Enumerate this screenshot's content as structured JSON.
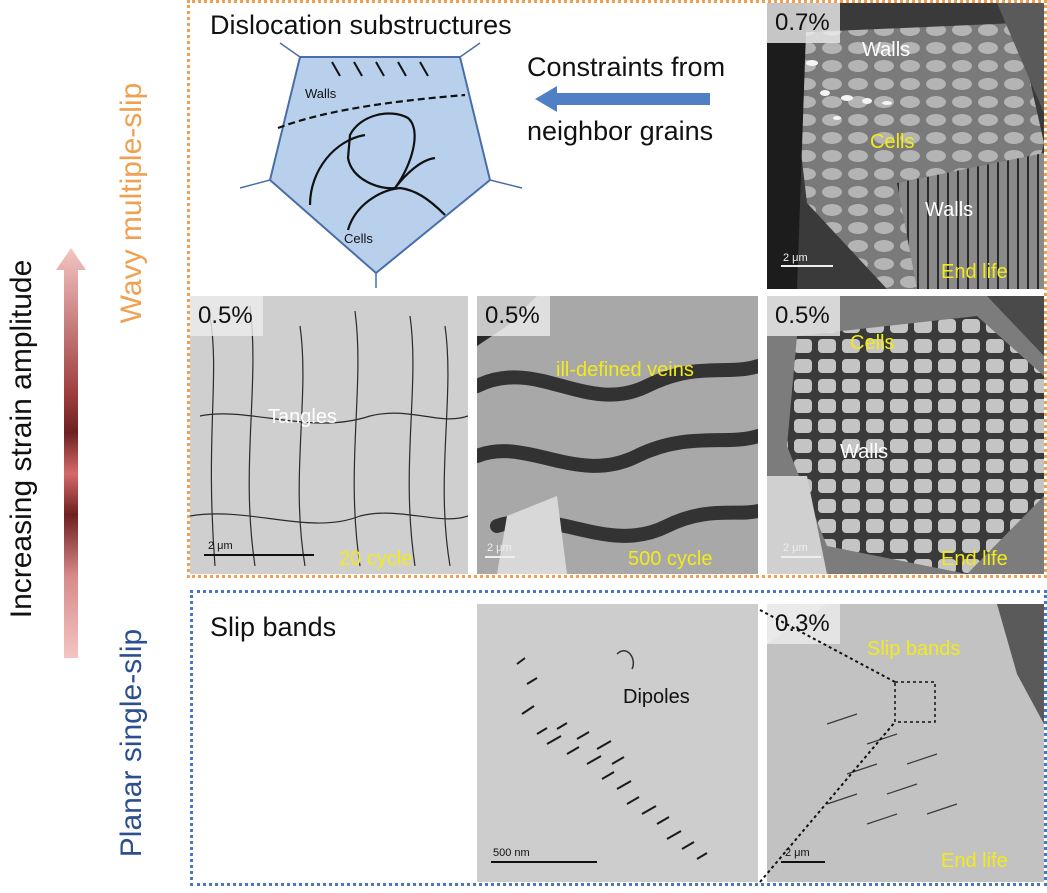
{
  "side": {
    "increasing": "Increasing strain amplitude",
    "wavy": "Wavy multiple-slip",
    "planar": "Planar single-slip"
  },
  "top": {
    "title": "Dislocation substructures",
    "sketch_walls": "Walls",
    "sketch_cells": "Cells",
    "constraints_line1": "Constraints from",
    "constraints_line2": "neighbor grains"
  },
  "panels": {
    "p07": {
      "pct": "0.7%",
      "walls_top": "Walls",
      "cells": "Cells",
      "walls_bottom": "Walls",
      "scale": "2 μm",
      "stage": "End life"
    },
    "p05a": {
      "pct": "0.5%",
      "tangles": "Tangles",
      "scale": "2 μm",
      "stage": "20 cycle"
    },
    "p05b": {
      "pct": "0.5%",
      "veins": "ill-defined veins",
      "scale": "2 μm",
      "stage": "500 cycle"
    },
    "p05c": {
      "pct": "0.5%",
      "cells": "Cells",
      "walls": "Walls",
      "scale": "2 μm",
      "stage": "End life"
    }
  },
  "bottom": {
    "title": "Slip bands",
    "dipoles": "Dipoles",
    "scale_dip": "500 nm",
    "p03": {
      "pct": "0.3%",
      "slip": "Slip bands",
      "scale": "2 μm",
      "stage": "End life"
    }
  },
  "colors": {
    "orange_frame": "#f0a050",
    "blue_frame": "#4a78c0",
    "yellow_label": "#f2ea1a",
    "sketch_fill": "#b8d0ec",
    "arrow_blue": "#4f7fc4"
  }
}
